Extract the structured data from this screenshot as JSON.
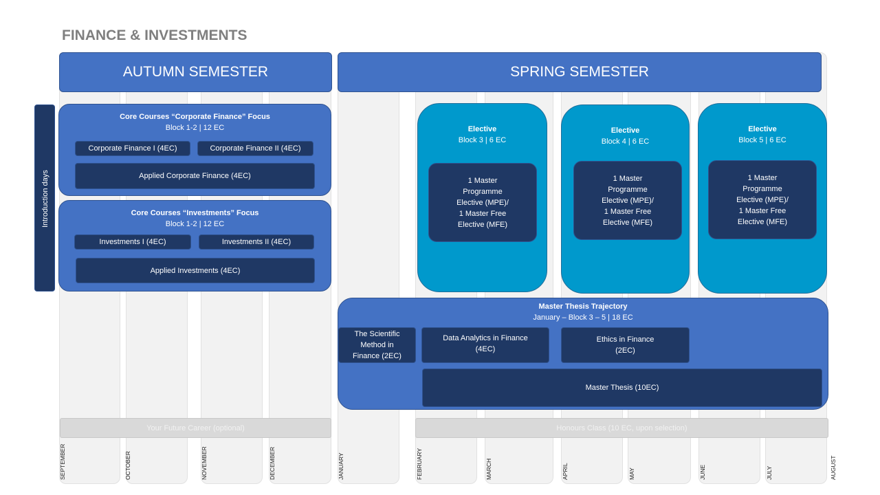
{
  "title": "FINANCE & INVESTMENTS",
  "semesters": {
    "autumn": "AUTUMN SEMESTER",
    "spring": "SPRING SEMESTER"
  },
  "intro_label": "Introduction days",
  "months": [
    "SEPTEMBER",
    "OCTOBER",
    "NOVEMBER",
    "DECEMBER",
    "JANUARY",
    "FEBRUARY",
    "MARCH",
    "APRIL",
    "MAY",
    "JUNE",
    "JULY",
    "AUGUST"
  ],
  "core_cf": {
    "title": "Core Courses “Corporate Finance” Focus",
    "block": "Block 1-2 | 12 EC",
    "course1": "Corporate Finance I (4EC)",
    "course2": "Corporate Finance II (4EC)",
    "course3": "Applied Corporate Finance (4EC)"
  },
  "core_inv": {
    "title": "Core Courses “Investments” Focus",
    "block": "Block 1-2 | 12 EC",
    "course1": "Investments I (4EC)",
    "course2": "Investments II (4EC)",
    "course3": "Applied Investments (4EC)"
  },
  "electives": [
    {
      "title": "Elective",
      "block": "Block 3 | 6 EC",
      "line1": "1 Master",
      "line2": "Programme",
      "line3": "Elective (MPE)/",
      "line4": "1 Master Free",
      "line5": "Elective (MFE)"
    },
    {
      "title": "Elective",
      "block": "Block 4 | 6 EC",
      "line1": "1 Master",
      "line2": "Programme",
      "line3": "Elective (MPE)/",
      "line4": "1 Master Free",
      "line5": "Elective (MFE)"
    },
    {
      "title": "Elective",
      "block": "Block 5 | 6 EC",
      "line1": "1 Master",
      "line2": "Programme",
      "line3": "Elective (MPE)/",
      "line4": "1 Master Free",
      "line5": "Elective (MFE)"
    }
  ],
  "thesis": {
    "title": "Master Thesis Trajectory",
    "subtitle": "January – Block 3 – 5 | 18 EC",
    "scientific_l1": "The Scientific",
    "scientific_l2": "Method in",
    "scientific_l3": "Finance (2EC)",
    "analytics_l1": "Data Analytics in Finance",
    "analytics_l2": "(4EC)",
    "ethics_l1": "Ethics in Finance",
    "ethics_l2": "(2EC)",
    "master_thesis": "Master Thesis (10EC)"
  },
  "career": "Your Future Career (optional)",
  "honours": "Honours Class (10 EC, upon selection)",
  "colors": {
    "primary": "#4472c4",
    "dark": "#1f3864",
    "elective": "#0099cc",
    "title_gray": "#7f7f7f",
    "column_gray": "#f2f2f2"
  }
}
